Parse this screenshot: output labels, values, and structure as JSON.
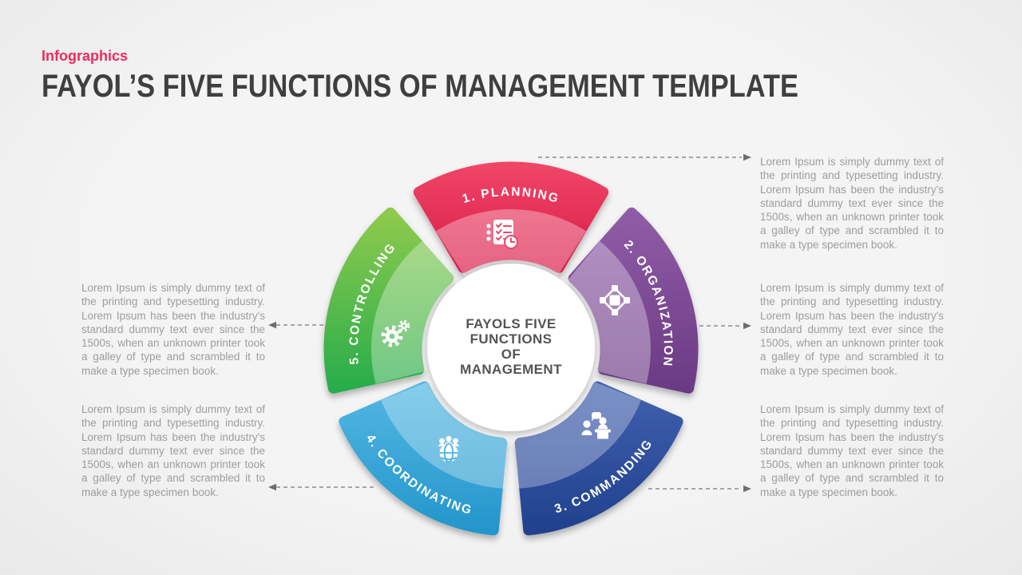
{
  "header": {
    "eyebrow": "Infographics",
    "title": "FAYOL’S FIVE FUNCTIONS OF MANAGEMENT TEMPLATE"
  },
  "center": {
    "lines": [
      "FAYOLS FIVE",
      "FUNCTIONS",
      "OF",
      "MANAGEMENT"
    ]
  },
  "segments": [
    {
      "label": "1. PLANNING",
      "icon": "checklist-clock-icon",
      "color": "#e2264f",
      "color_light": "#ee7389"
    },
    {
      "label": "2. ORGANIZATION",
      "icon": "org-network-icon",
      "color": "#7c4a92",
      "color_light": "#a77cb8"
    },
    {
      "label": "3. COMMANDING",
      "icon": "speaker-desk-icon",
      "color": "#2b4a9b",
      "color_light": "#6a80b9"
    },
    {
      "label": "4. COORDINATING",
      "icon": "global-team-icon",
      "color": "#35a5d8",
      "color_light": "#7cc6e8"
    },
    {
      "label": "5. CONTROLLING",
      "icon": "gears-icon",
      "color": "#3eb34f",
      "color_light": "#8bd387"
    }
  ],
  "callouts": [
    {
      "position": "right-top",
      "text": "Lorem Ipsum is simply dummy text of the printing and typesetting industry. Lorem Ipsum has been the industry's standard dummy text ever since the 1500s, when an unknown printer took a galley of type and scrambled it to make a type specimen book."
    },
    {
      "position": "right-middle",
      "text": "Lorem Ipsum is simply dummy text of the printing and typesetting industry. Lorem Ipsum has been the industry's standard dummy text ever since the 1500s, when an unknown printer took a galley of type and scrambled it to make a type specimen book."
    },
    {
      "position": "right-bottom",
      "text": "Lorem Ipsum is simply dummy text of the printing and typesetting industry. Lorem Ipsum has been the industry's standard dummy text ever since the 1500s, when an unknown printer took a galley of type and scrambled it to make a type specimen book."
    },
    {
      "position": "left-middle",
      "text": "Lorem Ipsum is simply dummy text of the printing and typesetting industry. Lorem Ipsum has been the industry's standard dummy text ever since the 1500s, when an unknown printer took a galley of type and scrambled it to make a type specimen book."
    },
    {
      "position": "left-bottom",
      "text": "Lorem Ipsum is simply dummy text of the printing and typesetting industry. Lorem Ipsum has been the industry's standard dummy text ever since the 1500s, when an unknown printer took a galley of type and scrambled it to make a type specimen book."
    }
  ],
  "connectors": {
    "color": "#8c8c8c",
    "head_color": "#6e6e6e",
    "style": "dashed"
  },
  "background_color": "#f1f1f1"
}
